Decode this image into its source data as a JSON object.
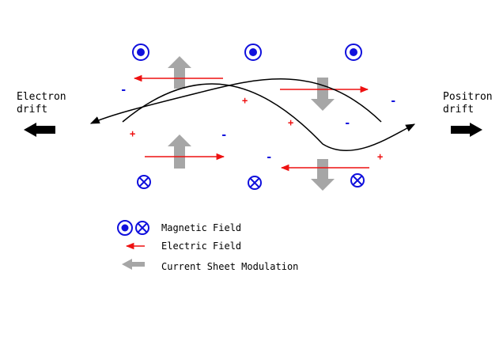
{
  "labels": {
    "electron_line1": "Electron",
    "electron_line2": "drift",
    "positron_line1": "Positron",
    "positron_line2": "drift"
  },
  "charges": {
    "plus": "+",
    "minus": "-"
  },
  "legend": {
    "magnetic": "Magnetic Field",
    "electric": "Electric Field",
    "current": "Current Sheet Modulation"
  },
  "colors": {
    "field_blue": "#1010dd",
    "electric_red": "#ee1111",
    "current_gray": "#a6a6a6",
    "drift_black": "#000000",
    "curve_black": "#000000"
  },
  "icons": {
    "field_out": "circle-dot-icon",
    "field_in": "circle-cross-icon",
    "current": "gray-block-arrow-icon",
    "drift": "black-block-arrow-icon"
  }
}
